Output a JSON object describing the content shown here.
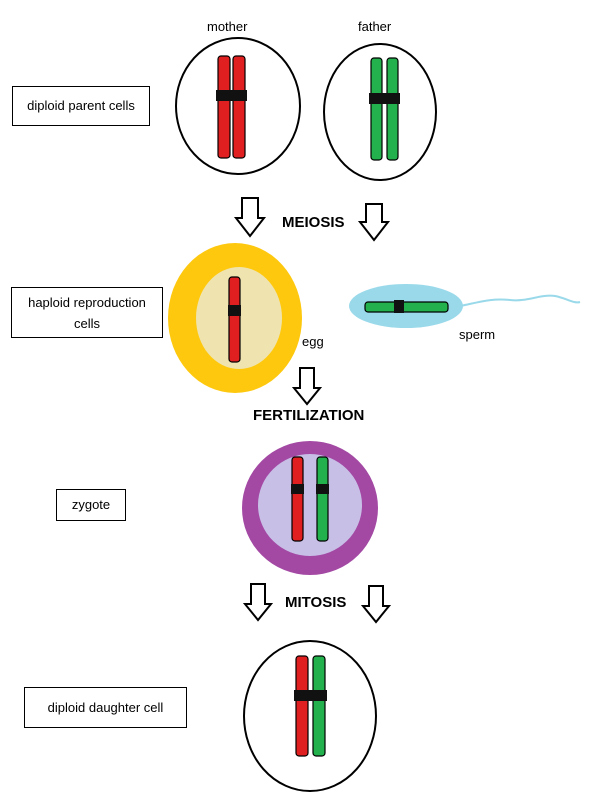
{
  "labels": {
    "mother": "mother",
    "father": "father",
    "egg": "egg",
    "sperm": "sperm"
  },
  "boxes": {
    "diploid_parent": "diploid parent cells",
    "haploid_line1": "haploid reproduction",
    "haploid_line2": "cells",
    "zygote": "zygote",
    "diploid_daughter": "diploid daughter cell"
  },
  "steps": {
    "meiosis": "MEIOSIS",
    "fertilization": "FERTILIZATION",
    "mitosis": "MITOSIS"
  },
  "colors": {
    "maternal_chromosome": "#e02020",
    "paternal_chromosome": "#22b14c",
    "egg_outer": "#fec80e",
    "egg_inner": "#efe4b0",
    "sperm_body": "#99d9ea",
    "zygote_outer": "#a349a4",
    "zygote_inner": "#c8bfe7"
  }
}
